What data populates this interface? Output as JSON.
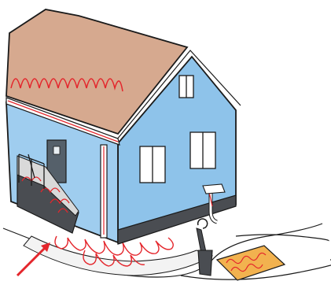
{
  "scene": {
    "colors": {
      "roof": "#d6a98f",
      "walls": "#8ec3ea",
      "heating_cable": "#e4262c",
      "door": "#55606a",
      "foundation": "#4a4d52",
      "mat": "#f2b24f",
      "outline": "#1a1a1a"
    },
    "icons": [
      "house",
      "roof-heating-cable",
      "gutter-heating-cable",
      "walkway-heating-cable",
      "stair-heating-cable",
      "heated-doormat",
      "shovel",
      "pipe-heating-cable",
      "red-arrow"
    ]
  }
}
